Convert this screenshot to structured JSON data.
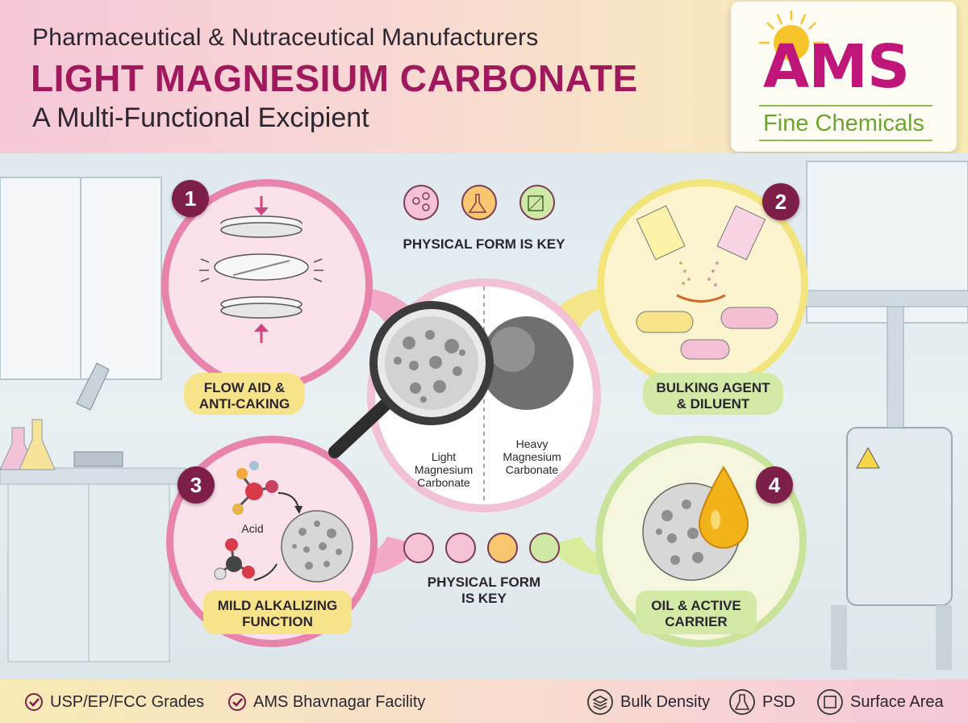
{
  "header": {
    "line1": "Pharmaceutical &  Nutraceutical Manufacturers",
    "line2": "LIGHT MAGNESIUM CARBONATE",
    "line3": "A Multi-Functional Excipient"
  },
  "logo": {
    "brand": "AMS",
    "subtitle": "Fine Chemicals"
  },
  "functions": [
    {
      "number": "1",
      "label_lines": [
        "FLOW AID &",
        "ANTI-CAKING"
      ]
    },
    {
      "number": "2",
      "label_lines": [
        "BULKING AGENT",
        "& DILUENT"
      ]
    },
    {
      "number": "3",
      "label_lines": [
        "MILD ALKALIZING",
        "FUNCTION"
      ],
      "inner_text": "Acid"
    },
    {
      "number": "4",
      "label_lines": [
        "OIL & ACTIVE",
        "CARRIER"
      ]
    }
  ],
  "center": {
    "left_label": [
      "Light",
      "Magnesium",
      "Carbonate"
    ],
    "right_label": [
      "Heavy",
      "Magnesium",
      "Carbonate"
    ]
  },
  "top_caption": "PHYSICAL FORM IS KEY",
  "bottom_caption": [
    "PHYSICAL FORM",
    "IS KEY"
  ],
  "footer": {
    "left": [
      "USP/EP/FCC Grades",
      "AMS Bhavnagar Facility"
    ],
    "right": [
      "Bulk Density",
      "PSD",
      "Surface Area"
    ]
  },
  "colors": {
    "brand_magenta": "#a0195c",
    "number_badge": "#7e1f4a",
    "pink_ring": "#e883ab",
    "yellow_ring": "#f2e57e",
    "green_ring": "#c9e39a",
    "logo_green": "#6aa52f"
  }
}
